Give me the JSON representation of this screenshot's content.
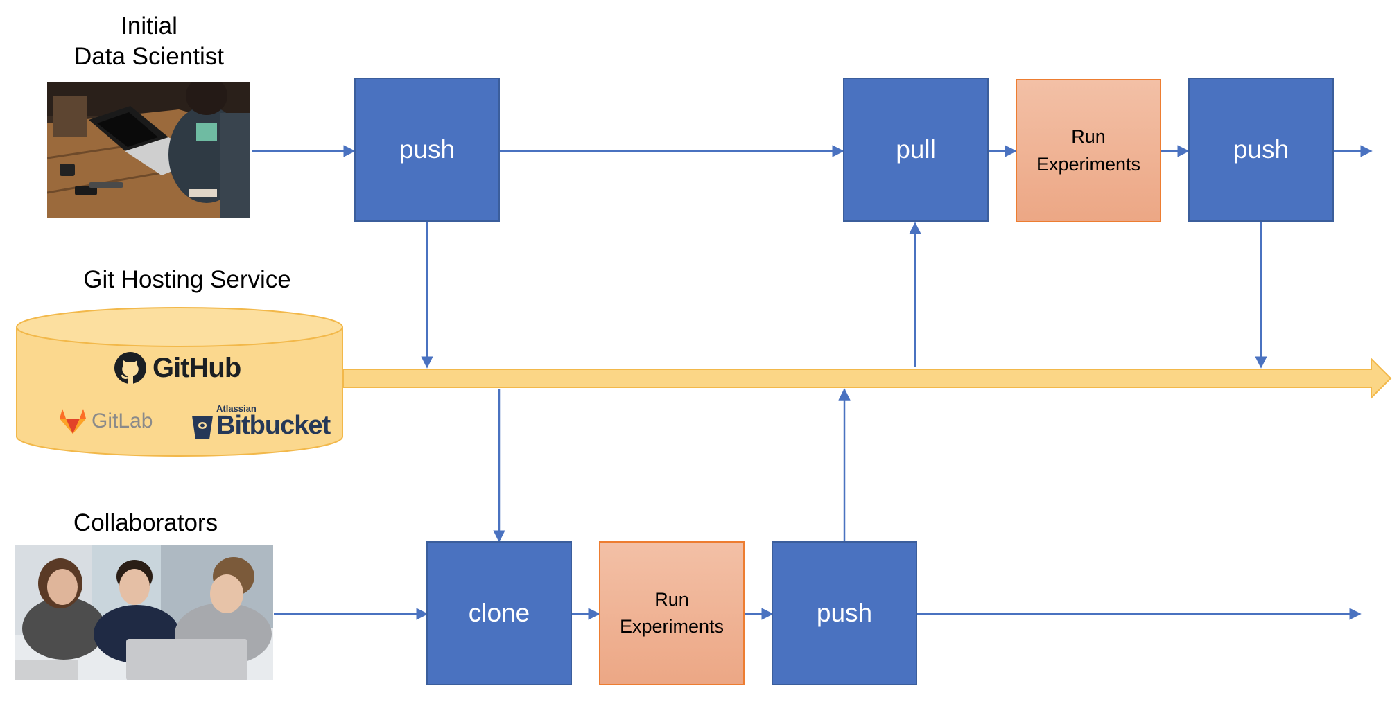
{
  "labels": {
    "initial": "Initial",
    "data_scientist": "Data Scientist",
    "git_hosting": "Git Hosting Service",
    "collaborators": "Collaborators"
  },
  "top_row": {
    "push_1": "push",
    "pull": "pull",
    "run_line1": "Run",
    "run_line2": "Experiments",
    "push_2": "push"
  },
  "bottom_row": {
    "clone": "clone",
    "run_line1": "Run",
    "run_line2": "Experiments",
    "push": "push"
  },
  "services": {
    "github": "GitHub",
    "gitlab": "GitLab",
    "bitbucket_sub": "Atlassian",
    "bitbucket": "Bitbucket"
  },
  "colors": {
    "action_box": "#4a72c0",
    "experiment_box": "#eca785",
    "arrow": "#4a72c0",
    "repository": "#fbd686"
  }
}
